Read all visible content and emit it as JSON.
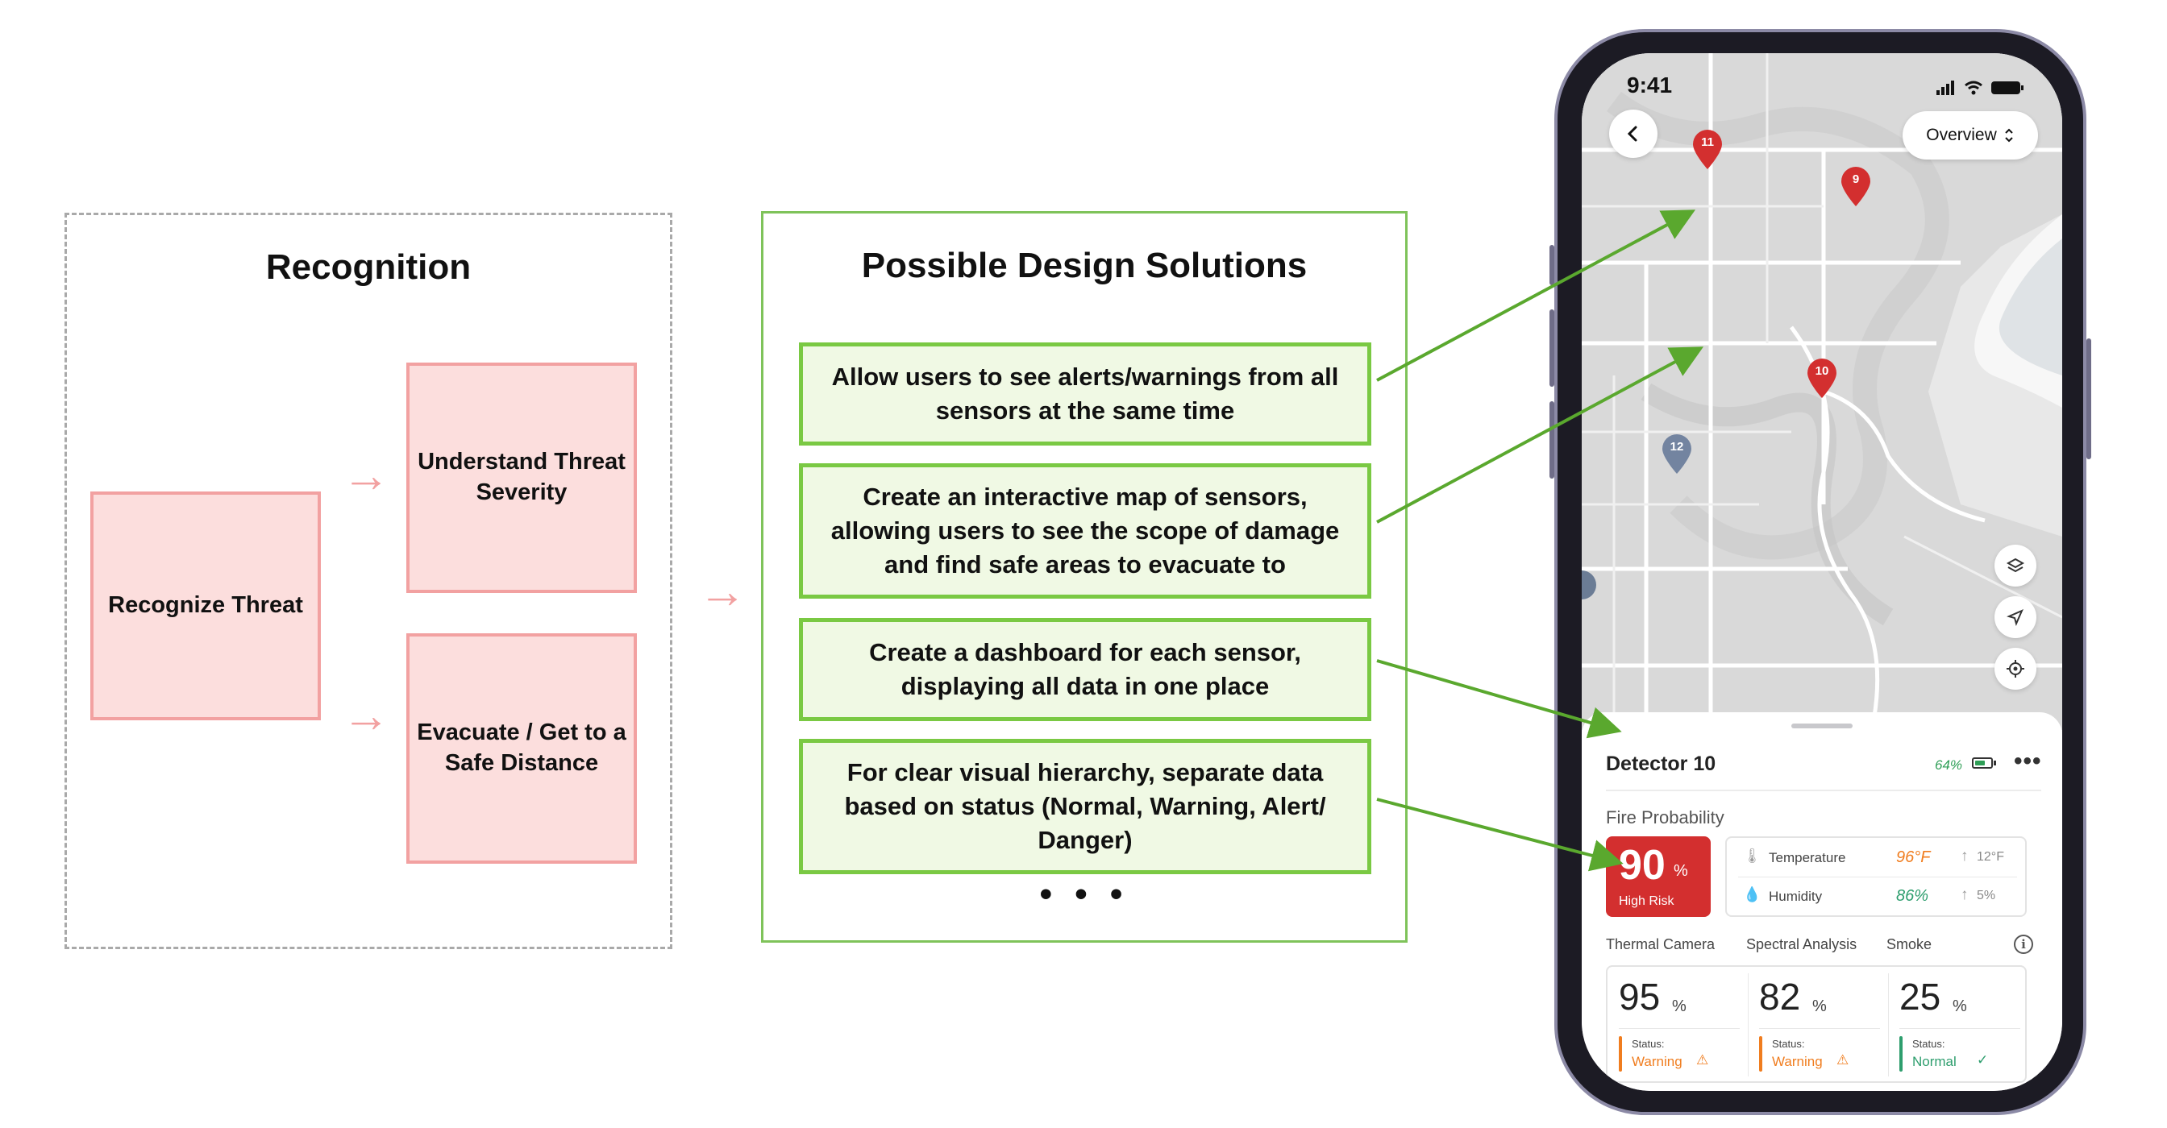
{
  "recognition": {
    "title": "Recognition",
    "recognize": "Recognize Threat",
    "understand": "Understand Threat Severity",
    "evacuate": "Evacuate / Get to a Safe Distance"
  },
  "solutions": {
    "title": "Possible Design Solutions",
    "items": [
      "Allow users to see alerts/warnings from all sensors at the same time",
      "Create an interactive map of sensors, allowing users to see the scope of damage and find safe areas to evacuate to",
      "Create a dashboard for each sensor, displaying all data in one place",
      "For clear visual hierarchy, separate data based on status (Normal, Warning, Alert/ Danger)"
    ],
    "ellipsis": "• • •"
  },
  "phone": {
    "time": "9:41",
    "overview": "Overview",
    "pins": [
      "11",
      "9",
      "10",
      "12"
    ],
    "detector": {
      "title": "Detector 10",
      "battery": "64%",
      "battery_level": 0.64,
      "fire_label": "Fire Probability",
      "fire_value": "90",
      "fire_unit": "%",
      "risk": "High Risk",
      "temperature": {
        "label": "Temperature",
        "value": "96°F",
        "delta": "12°F"
      },
      "humidity": {
        "label": "Humidity",
        "value": "86%",
        "delta": "5%"
      },
      "metrics": [
        {
          "name": "Thermal Camera",
          "value": "95",
          "unit": "%",
          "status_label": "Status:",
          "status": "Warning",
          "color": "#f07d1f"
        },
        {
          "name": "Spectral Analysis",
          "value": "82",
          "unit": "%",
          "status_label": "Status:",
          "status": "Warning",
          "color": "#f07d1f"
        },
        {
          "name": "Smoke",
          "value": "25",
          "unit": "%",
          "status_label": "Status:",
          "status": "Normal",
          "color": "#2e9e6e"
        }
      ]
    }
  },
  "colors": {
    "pink_fill": "#fcdedd",
    "pink_border": "#f2a1a1",
    "green_fill": "#f0f9e4",
    "green_border": "#7ac943",
    "danger": "#d32f2f",
    "warning": "#f07d1f",
    "normal": "#2e9e6e"
  }
}
